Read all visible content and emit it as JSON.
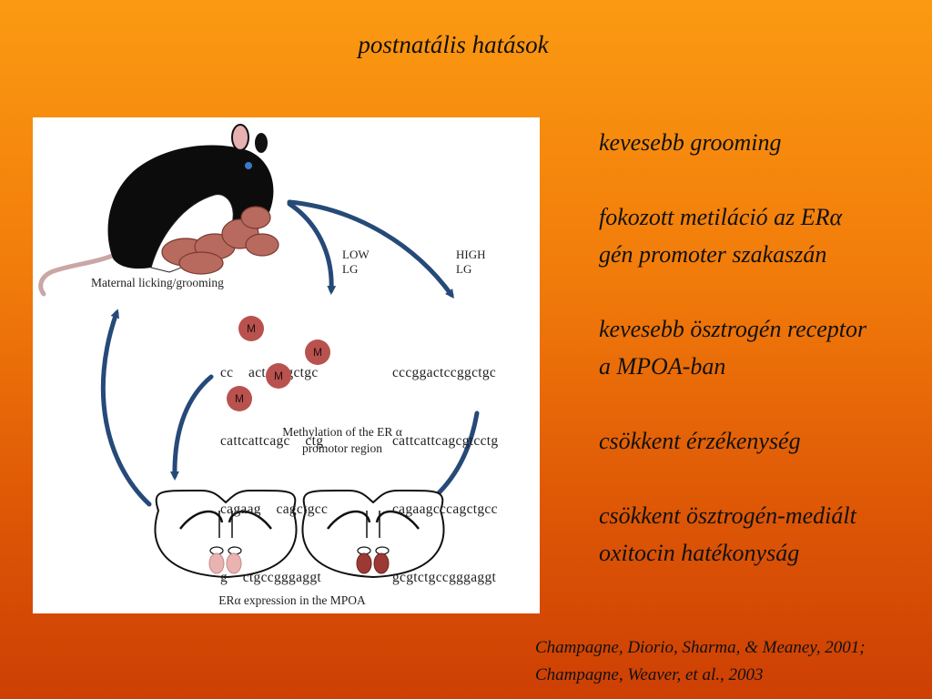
{
  "title": "postnatális hatások",
  "figure": {
    "maternal_label": "Maternal licking/grooming",
    "low_lg": [
      "LOW",
      "LG"
    ],
    "high_lg": [
      "HIGH",
      "LG"
    ],
    "methylated_sequence": [
      "cc    actccggctgc",
      "cattcattcagc    ctg",
      "cagaag    cagctgcc",
      "g    ctgccgggaggt"
    ],
    "unmethylated_sequence": [
      "cccggactccggctgc",
      "cattcattcagcgtcctg",
      "cagaagcccagctgcc",
      "gcgtctgccgggaggt"
    ],
    "methyl_mark": "M",
    "methylation_caption": [
      "Methylation of the ER α",
      "promotor region"
    ],
    "expression_caption": "ERα expression in the MPOA"
  },
  "points": [
    [
      "kevesebb grooming"
    ],
    [
      "fokozott metiláció  az ERα",
      "gén promoter szakaszán"
    ],
    [
      "kevesebb ösztrogén receptor",
      "a MPOA-ban"
    ],
    [
      "csökkent érzékenység"
    ],
    [
      "csökkent ösztrogén-mediált",
      "oxitocin hatékonyság"
    ]
  ],
  "citation": [
    "Champagne, Diorio, Sharma, & Meaney, 2001;",
    "Champagne, Weaver, et al., 2003"
  ],
  "colors": {
    "arrow": "#264a78",
    "methyl": "#b9524e",
    "mpoa_low": "#e9b3b1",
    "mpoa_high": "#9b3a35",
    "pups": "#b86a5e"
  }
}
